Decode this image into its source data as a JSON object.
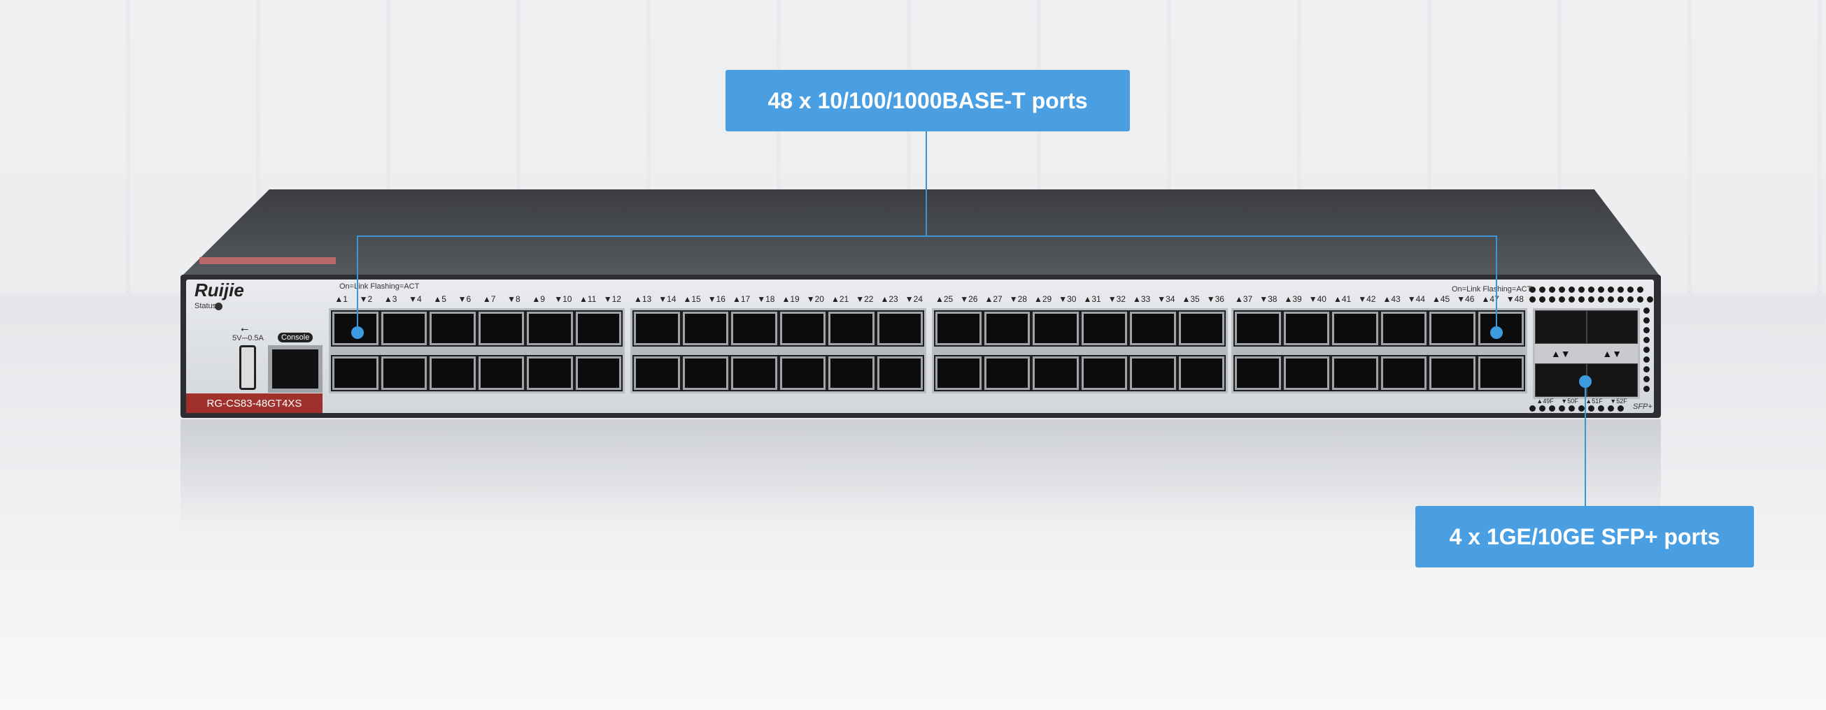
{
  "callouts": {
    "rj45": "48 x 10/100/1000BASE-T ports",
    "sfp": "4 x 1GE/10GE SFP+ ports"
  },
  "device": {
    "brand": "Ruijie",
    "model": "RG-CS83-48GT4XS",
    "status_label": "Status",
    "usb_rating": "5V⎓0.5A",
    "console_label": "Console",
    "led_legend_left": "On=Link  Flashing=ACT",
    "led_legend_right": "On=Link  Flashing=ACT",
    "sfp_label": "SFP+",
    "port_labels": [
      "▲1",
      "▼2",
      "▲3",
      "▼4",
      "▲5",
      "▼6",
      "▲7",
      "▼8",
      "▲9",
      "▼10",
      "▲11",
      "▼12",
      "▲13",
      "▼14",
      "▲15",
      "▼16",
      "▲17",
      "▼18",
      "▲19",
      "▼20",
      "▲21",
      "▼22",
      "▲23",
      "▼24",
      "▲25",
      "▼26",
      "▲27",
      "▼28",
      "▲29",
      "▼30",
      "▲31",
      "▼32",
      "▲33",
      "▼34",
      "▲35",
      "▼36",
      "▲37",
      "▼38",
      "▲39",
      "▼40",
      "▲41",
      "▼42",
      "▲43",
      "▼44",
      "▲45",
      "▼46",
      "▲47",
      "▼48"
    ],
    "sfp_port_labels": [
      "▲49F",
      "▼50F",
      "▲51F",
      "▼52F"
    ]
  },
  "colors": {
    "callout": "#4a9fe2",
    "model_label": "#a0302c"
  }
}
